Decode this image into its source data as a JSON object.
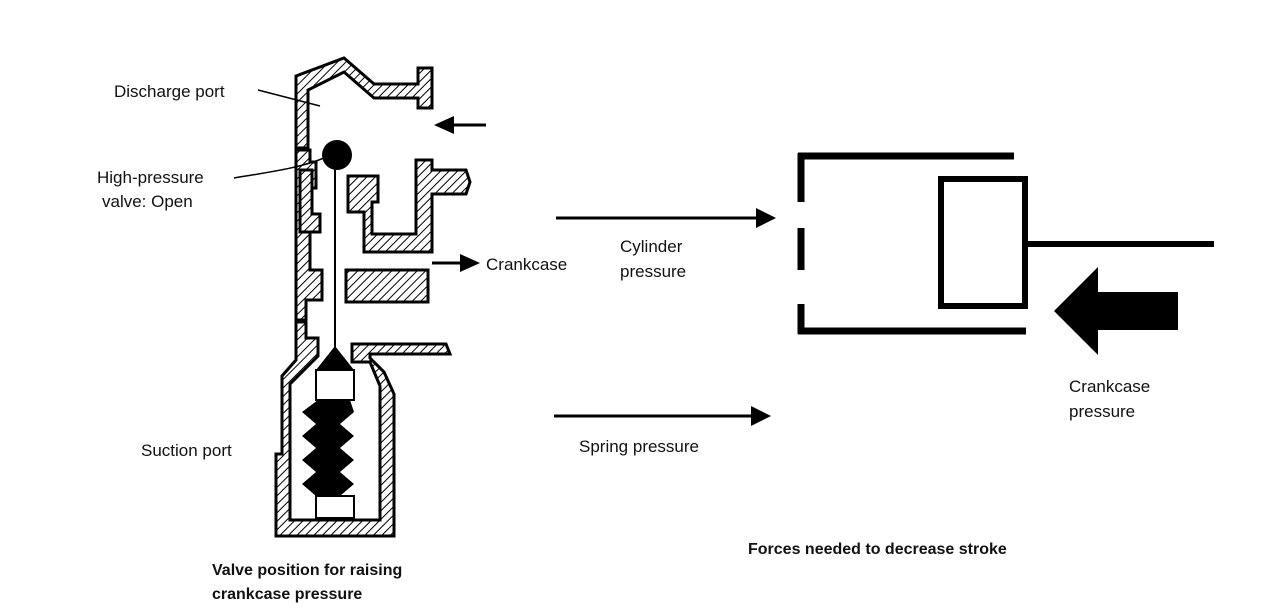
{
  "valve_diagram": {
    "labels": {
      "discharge_port": "Discharge port",
      "high_pressure_valve_line1": "High-pressure",
      "high_pressure_valve_line2": "valve: Open",
      "crankcase": "Crankcase",
      "suction_port": "Suction port"
    },
    "caption": {
      "line1": "Valve position for raising",
      "line2": "crankcase pressure"
    }
  },
  "forces_diagram": {
    "labels": {
      "cylinder_pressure_line1": "Cylinder",
      "cylinder_pressure_line2": "pressure",
      "spring_pressure": "Spring pressure",
      "crankcase_pressure_line1": "Crankcase",
      "crankcase_pressure_line2": "pressure"
    },
    "caption": "Forces needed to decrease stroke"
  },
  "colors": {
    "ink": "#000000",
    "background": "#ffffff"
  }
}
